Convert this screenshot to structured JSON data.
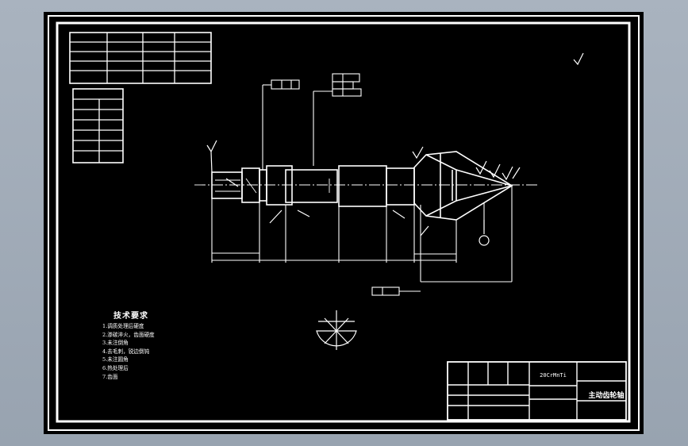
{
  "tech_requirements": {
    "title": "技术要求",
    "items": [
      "1.调质处理后硬度",
      "2.渗碳淬火，齿面硬度",
      "3.未注倒角",
      "4.去毛刺，锐边倒钝",
      "5.未注圆角",
      "6.热处理后",
      "7.齿面"
    ]
  },
  "title_block": {
    "part_name": "主动齿轮轴",
    "material": "20CrMnTi"
  },
  "colors": {
    "background": "#a5afbb",
    "sheet": "#000000",
    "line": "#ffffff"
  }
}
